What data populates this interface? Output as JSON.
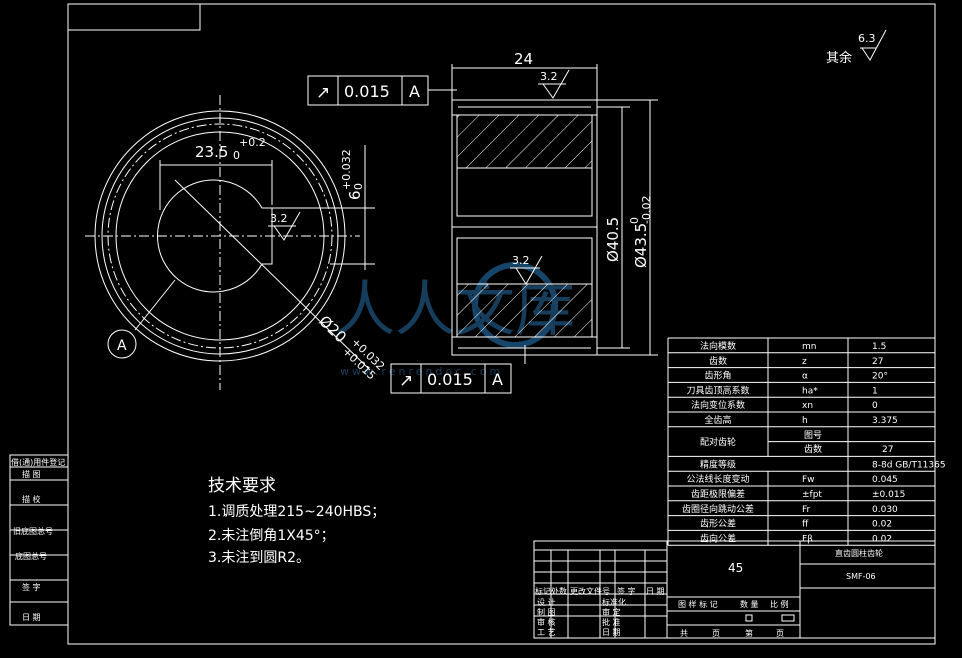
{
  "front_view": {
    "keyway_width": "23.5",
    "keyway_width_tol_upper": "+0.2",
    "keyway_width_tol_lower": "0",
    "keyway_depth": "6",
    "keyway_depth_tol_upper": "+0.032",
    "keyway_depth_tol_lower": "0",
    "roughness_keyway": "3.2",
    "bore_dia": "Ø20",
    "bore_tol_upper": "+0.032",
    "bore_tol_lower": "+0.015",
    "datum_label": "A"
  },
  "section_view": {
    "width": "24",
    "roughness_top": "3.2",
    "roughness_bore": "3.2",
    "dia_inner": "Ø40.5",
    "dia_outer": "Ø43.5",
    "dia_outer_tol_upper": "0",
    "dia_outer_tol_lower": "-0.02"
  },
  "tolerance_frames": [
    {
      "symbol": "↗",
      "value": "0.015",
      "datum": "A"
    },
    {
      "symbol": "↗",
      "value": "0.015",
      "datum": "A"
    }
  ],
  "roughness_default": {
    "label": "其余",
    "value": "6.3"
  },
  "tech_requirements": {
    "title": "技术要求",
    "items": [
      "1.调质处理215~240HBS；",
      "2.未注倒角1X45°；",
      "3.未注到圆R2。"
    ]
  },
  "param_table": [
    [
      "法向模数",
      "mn",
      "1.5"
    ],
    [
      "齿数",
      "z",
      "27"
    ],
    [
      "齿形角",
      "α",
      "20°"
    ],
    [
      "刀具齿顶高系数",
      "ha*",
      "1"
    ],
    [
      "法向变位系数",
      "xn",
      "0"
    ],
    [
      "全齿高",
      "h",
      "3.375"
    ]
  ],
  "param_mating": {
    "label": "配对齿轮",
    "sub": [
      "图号",
      "齿数"
    ],
    "values": [
      "",
      "27"
    ]
  },
  "param_table_lower": [
    [
      "精度等级",
      "",
      "8-8d GB/T11365"
    ],
    [
      "公法线长度变动",
      "Fw",
      "0.045"
    ],
    [
      "齿距极限偏差",
      "±fpt",
      "±0.015"
    ],
    [
      "齿圈径向跳动公差",
      "Fr",
      "0.030"
    ],
    [
      "齿形公差",
      "ff",
      "0.02"
    ],
    [
      "齿向公差",
      "Fβ",
      "0.02"
    ]
  ],
  "title_block": {
    "material": "45",
    "part_name": "直齿圆柱齿轮",
    "drawing_no": "SMF-06",
    "row_headers": [
      "标记",
      "处数",
      "更改文件号",
      "签 字",
      "日 期"
    ],
    "left_rows": [
      "设 计",
      "制 图",
      "审 核",
      "工 艺"
    ],
    "mid_rows": [
      "标准化",
      "审 定",
      "批 准",
      "日 期"
    ],
    "stage": [
      "图 样 标 记",
      "数 量",
      "比 例"
    ],
    "sheets": [
      "共",
      "页",
      "第",
      "页"
    ]
  },
  "side_stamps": [
    "借(通)用件登记",
    "描 图",
    "描 校",
    "旧底图总号",
    "底图总号",
    "签 字",
    "日 期"
  ],
  "watermark": {
    "text": "人人文库",
    "url": "www.renrendoc.com"
  }
}
